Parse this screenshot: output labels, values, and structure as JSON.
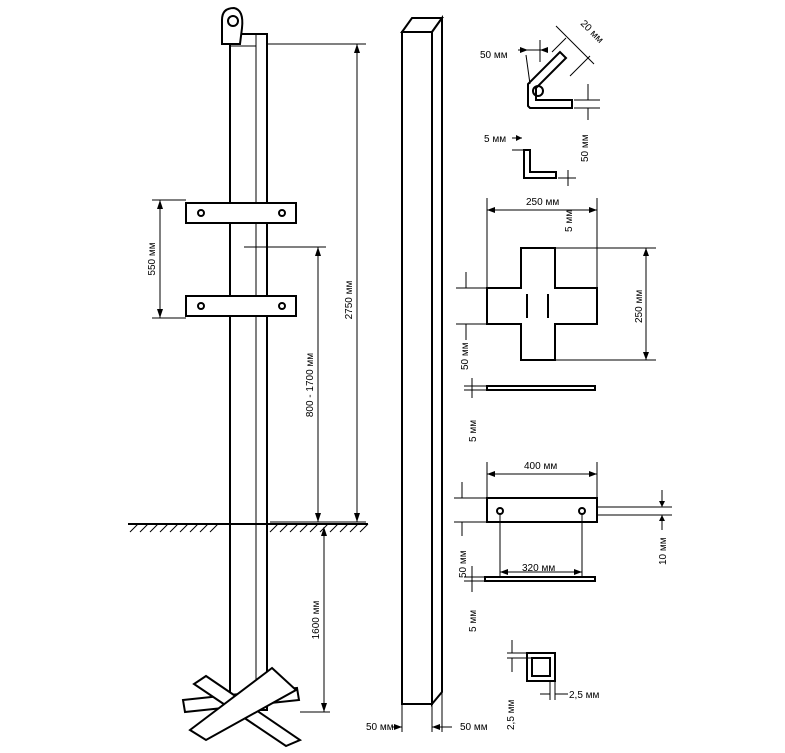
{
  "post": {
    "height_label": "2750 мм",
    "brackets_spacing_label": "550 мм",
    "bracket_height_label": "800 - 1700 мм",
    "embed_depth_label": "1600 мм"
  },
  "profile": {
    "width_left_label": "50 мм",
    "width_right_label": "50 мм"
  },
  "angle": {
    "side_label": "50 мм",
    "hole_label": "20 мм",
    "leg_label": "50 мм",
    "thickness_label": "5 мм",
    "thickness_label_2": "5 мм"
  },
  "cross_plate": {
    "width_label": "250 мм",
    "height_label": "250 мм",
    "arm_label": "50 мм",
    "thickness_label": "5 мм"
  },
  "strip": {
    "length_label": "400 мм",
    "hole_spacing_label": "320 мм",
    "height_label": "50 мм",
    "hole_offset_label": "10 мм",
    "thickness_label": "5 мм"
  },
  "square_tube": {
    "wall_label": "2,5 мм",
    "wall_label_2": "2,5 мм"
  }
}
